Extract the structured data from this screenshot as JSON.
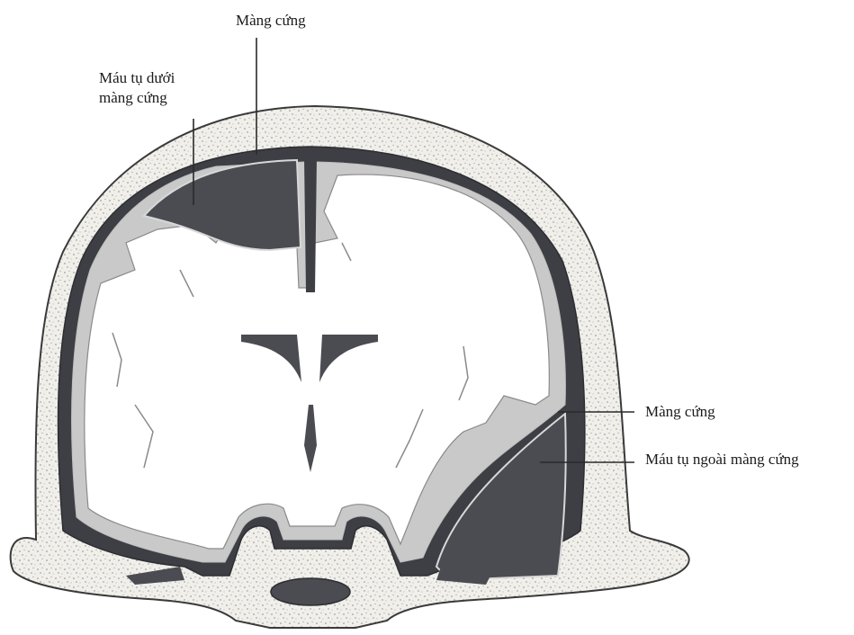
{
  "labels": {
    "dura_top": "Màng cứng",
    "subdural_line1": "Máu tụ dưới",
    "subdural_line2": "màng cứng",
    "dura_right": "Màng cứng",
    "epidural": "Máu tụ ngoài màng cứng"
  },
  "colors": {
    "bone": "#f0efea",
    "bone_edge": "#3a3a3a",
    "dura_gap": "#3d3f44",
    "hematoma": "#4a4c51",
    "cortex_gray": "#c9c9c9",
    "white_matter": "#ffffff"
  }
}
